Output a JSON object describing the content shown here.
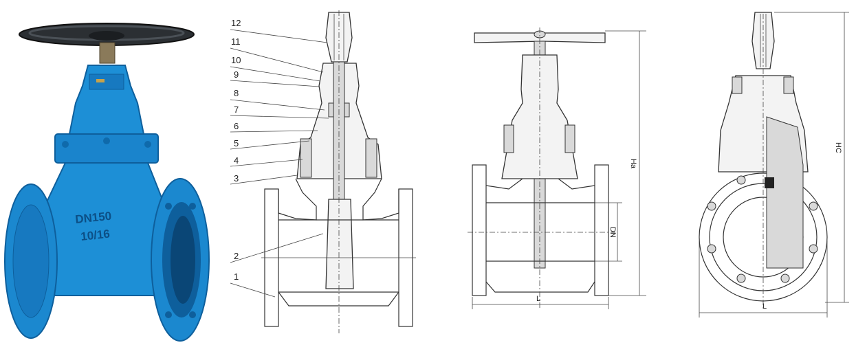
{
  "photo": {
    "casting_text_line1": "DN150",
    "casting_text_line2": "10/16",
    "colors": {
      "body": "#1d8fd6",
      "body_dark": "#0e5f9c",
      "handwheel": "#2b2f33"
    }
  },
  "sectional_view": {
    "part_numbers": [
      "12",
      "11",
      "10",
      "9",
      "8",
      "7",
      "6",
      "5",
      "4",
      "3",
      "2",
      "1"
    ]
  },
  "front_view": {
    "dim_length": "L",
    "dim_nominal": "DN",
    "dim_height_open": "Ha"
  },
  "side_view": {
    "dim_length": "L",
    "dim_height_closed": "HC"
  }
}
